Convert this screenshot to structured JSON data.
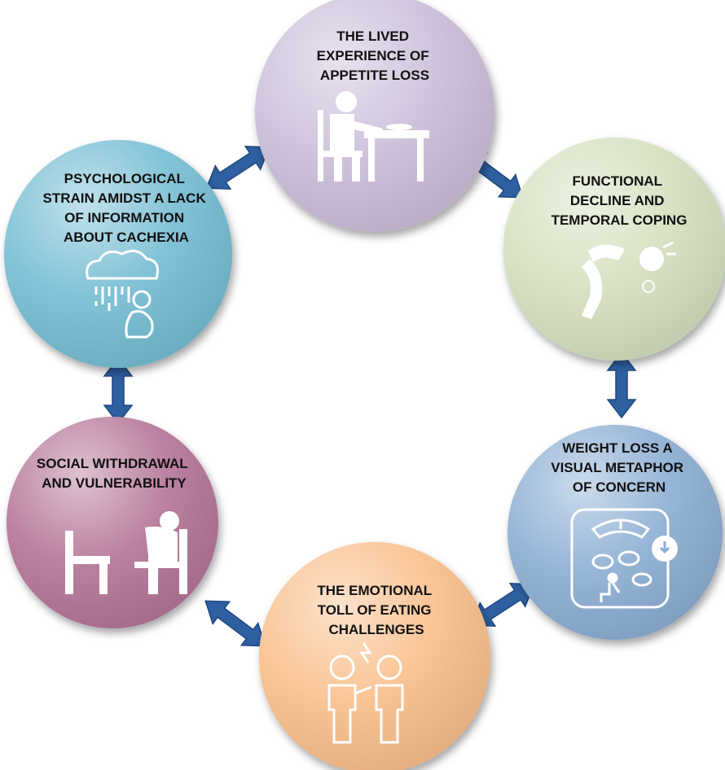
{
  "colors": {
    "arrow_fill": "#2e5fa0",
    "arrow_stroke": "#1f477f",
    "icon_stroke": "#ffffff"
  },
  "themes": [
    {
      "id": "appetite",
      "title_lines": [
        "THE LIVED",
        "EXPERIENCE OF",
        "APPETITE LOSS"
      ],
      "color": "#cbbed9",
      "icon": "person-at-table-icon"
    },
    {
      "id": "functional",
      "title_lines": [
        "FUNCTIONAL",
        "DECLINE AND",
        "TEMPORAL COPING"
      ],
      "color": "#d4e0bf",
      "icon": "person-bent-over-icon"
    },
    {
      "id": "weight",
      "title_lines": [
        "WEIGHT LOSS A",
        "VISUAL METAPHOR",
        "OF CONCERN"
      ],
      "color": "#8caed3",
      "icon": "weighing-scale-icon"
    },
    {
      "id": "emotional",
      "title_lines": [
        "THE EMOTIONAL",
        "TOLL OF EATING",
        "CHALLENGES"
      ],
      "color": "#f9bf8c",
      "icon": "arguing-people-icon"
    },
    {
      "id": "social",
      "title_lines": [
        "SOCIAL WITHDRAWAL",
        "AND VULNERABILITY"
      ],
      "color": "#b57698",
      "icon": "person-alone-at-table-icon"
    },
    {
      "id": "psychological",
      "title_lines": [
        "PSYCHOLOGICAL",
        "STRAIN AMIDST A LACK",
        "OF INFORMATION",
        "ABOUT CACHEXIA"
      ],
      "color": "#76bdd3",
      "icon": "rain-cloud-sad-person-icon"
    }
  ]
}
